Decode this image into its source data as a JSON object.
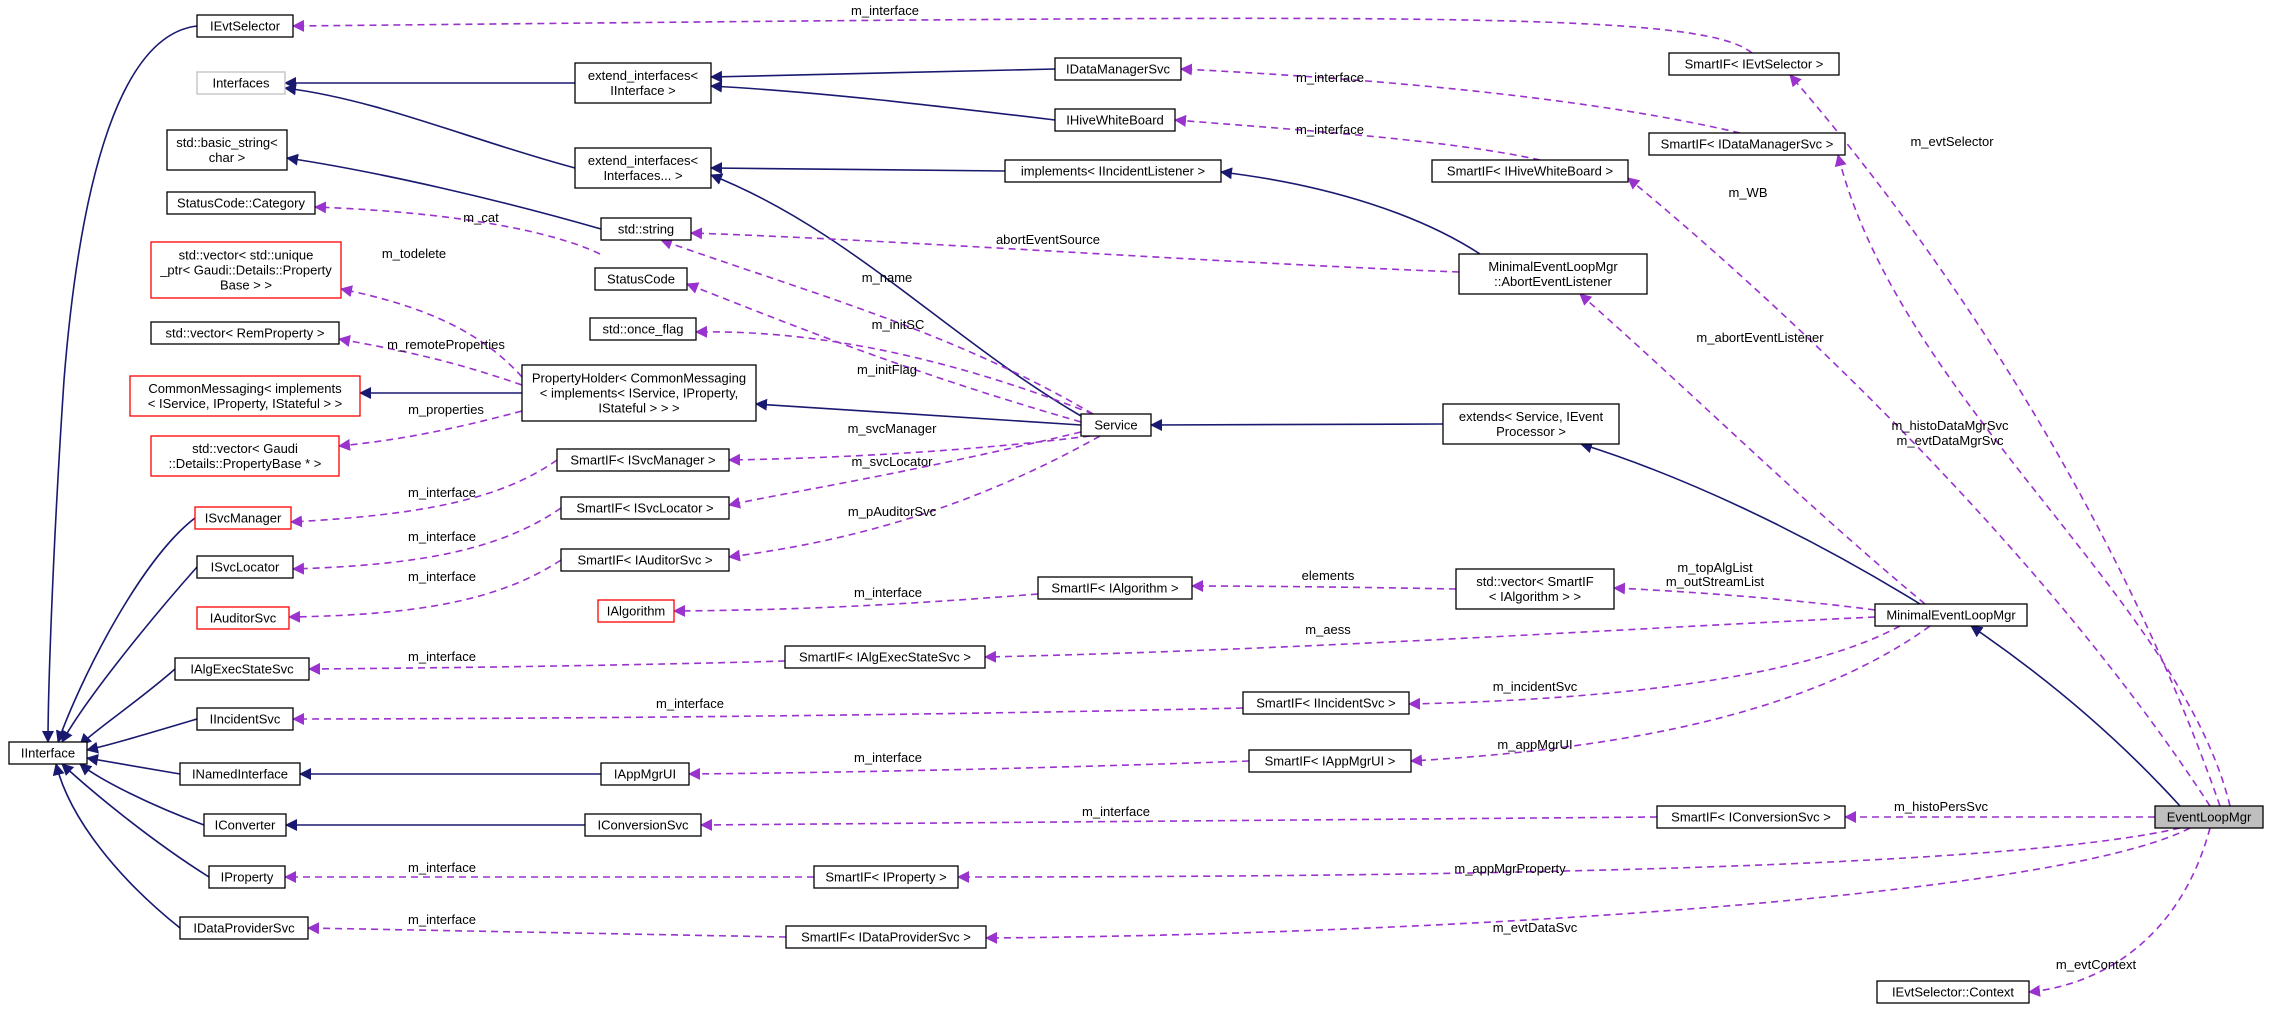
{
  "nodes": [
    {
      "id": "IEvtSelector",
      "lines": [
        "IEvtSelector"
      ]
    },
    {
      "id": "Interfaces",
      "lines": [
        "Interfaces"
      ]
    },
    {
      "id": "std_basic_string",
      "lines": [
        "std::basic_string<",
        "char >"
      ]
    },
    {
      "id": "StatusCode_Category",
      "lines": [
        "StatusCode::Category"
      ]
    },
    {
      "id": "vec_unique_ptr",
      "lines": [
        "std::vector< std::unique",
        "_ptr< Gaudi::Details::Property",
        "Base > >"
      ]
    },
    {
      "id": "vec_RemProperty",
      "lines": [
        "std::vector< RemProperty >"
      ]
    },
    {
      "id": "CommonMessaging",
      "lines": [
        "CommonMessaging< implements",
        "< IService, IProperty, IStateful > >"
      ]
    },
    {
      "id": "vec_PropertyBase",
      "lines": [
        "std::vector< Gaudi",
        "::Details::PropertyBase * >"
      ]
    },
    {
      "id": "ISvcManager",
      "lines": [
        "ISvcManager"
      ]
    },
    {
      "id": "ISvcLocator",
      "lines": [
        "ISvcLocator"
      ]
    },
    {
      "id": "IAuditorSvc",
      "lines": [
        "IAuditorSvc"
      ]
    },
    {
      "id": "IAlgExecStateSvc",
      "lines": [
        "IAlgExecStateSvc"
      ]
    },
    {
      "id": "IIncidentSvc",
      "lines": [
        "IIncidentSvc"
      ]
    },
    {
      "id": "IInterface",
      "lines": [
        "IInterface"
      ]
    },
    {
      "id": "INamedInterface",
      "lines": [
        "INamedInterface"
      ]
    },
    {
      "id": "IConverter",
      "lines": [
        "IConverter"
      ]
    },
    {
      "id": "IProperty",
      "lines": [
        "IProperty"
      ]
    },
    {
      "id": "IDataProviderSvc",
      "lines": [
        "IDataProviderSvc"
      ]
    },
    {
      "id": "extend_IInterface",
      "lines": [
        "extend_interfaces<",
        "IInterface >"
      ]
    },
    {
      "id": "extend_Interfaces",
      "lines": [
        "extend_interfaces<",
        "Interfaces... >"
      ]
    },
    {
      "id": "std_string",
      "lines": [
        "std::string"
      ]
    },
    {
      "id": "StatusCode",
      "lines": [
        "StatusCode"
      ]
    },
    {
      "id": "std_once_flag",
      "lines": [
        "std::once_flag"
      ]
    },
    {
      "id": "PropertyHolder",
      "lines": [
        "PropertyHolder< CommonMessaging",
        "< implements< IService, IProperty,",
        "IStateful > > >"
      ]
    },
    {
      "id": "SmartIF_ISvcManager",
      "lines": [
        "SmartIF< ISvcManager >"
      ]
    },
    {
      "id": "SmartIF_ISvcLocator",
      "lines": [
        "SmartIF< ISvcLocator >"
      ]
    },
    {
      "id": "SmartIF_IAuditorSvc",
      "lines": [
        "SmartIF< IAuditorSvc >"
      ]
    },
    {
      "id": "IAlgorithm",
      "lines": [
        "IAlgorithm"
      ]
    },
    {
      "id": "IAppMgrUI",
      "lines": [
        "IAppMgrUI"
      ]
    },
    {
      "id": "IConversionSvc",
      "lines": [
        "IConversionSvc"
      ]
    },
    {
      "id": "SmartIF_IAlgExecStateSvc",
      "lines": [
        "SmartIF< IAlgExecStateSvc >"
      ]
    },
    {
      "id": "SmartIF_IProperty",
      "lines": [
        "SmartIF< IProperty >"
      ]
    },
    {
      "id": "SmartIF_IDataProviderSvc",
      "lines": [
        "SmartIF< IDataProviderSvc >"
      ]
    },
    {
      "id": "IDataManagerSvc",
      "lines": [
        "IDataManagerSvc"
      ]
    },
    {
      "id": "IHiveWhiteBoard",
      "lines": [
        "IHiveWhiteBoard"
      ]
    },
    {
      "id": "implements_IIncidentListener",
      "lines": [
        "implements< IIncidentListener >"
      ]
    },
    {
      "id": "SmartIF_IAlgorithm",
      "lines": [
        "SmartIF< IAlgorithm >"
      ]
    },
    {
      "id": "Service",
      "lines": [
        "Service"
      ]
    },
    {
      "id": "SmartIF_IIncidentSvc",
      "lines": [
        "SmartIF< IIncidentSvc >"
      ]
    },
    {
      "id": "SmartIF_IAppMgrUI",
      "lines": [
        "SmartIF< IAppMgrUI >"
      ]
    },
    {
      "id": "AbortEventListener",
      "lines": [
        "MinimalEventLoopMgr",
        "::AbortEventListener"
      ]
    },
    {
      "id": "extends_Service",
      "lines": [
        "extends< Service, IEvent",
        "Processor >"
      ]
    },
    {
      "id": "vec_SmartIF_IAlgorithm",
      "lines": [
        "std::vector< SmartIF",
        "< IAlgorithm > >"
      ]
    },
    {
      "id": "SmartIF_IHiveWhiteBoard",
      "lines": [
        "SmartIF< IHiveWhiteBoard >"
      ]
    },
    {
      "id": "SmartIF_IEvtSelector",
      "lines": [
        "SmartIF< IEvtSelector >"
      ]
    },
    {
      "id": "SmartIF_IDataManagerSvc",
      "lines": [
        "SmartIF< IDataManagerSvc >"
      ]
    },
    {
      "id": "SmartIF_IConversionSvc",
      "lines": [
        "SmartIF< IConversionSvc >"
      ]
    },
    {
      "id": "IEvtSelector_Context",
      "lines": [
        "IEvtSelector::Context"
      ]
    },
    {
      "id": "MinimalEventLoopMgr",
      "lines": [
        "MinimalEventLoopMgr"
      ]
    },
    {
      "id": "EventLoopMgr",
      "lines": [
        "EventLoopMgr"
      ]
    }
  ],
  "edge_labels": [
    {
      "id": "l_m_interface_evtsel",
      "text": "m_interface"
    },
    {
      "id": "l_m_interface_dms",
      "text": "m_interface"
    },
    {
      "id": "l_m_interface_hwb",
      "text": "m_interface"
    },
    {
      "id": "l_m_evtSelector",
      "text": "m_evtSelector"
    },
    {
      "id": "l_m_WB",
      "text": "m_WB"
    },
    {
      "id": "l_abortEventSource",
      "text": "abortEventSource"
    },
    {
      "id": "l_m_cat",
      "text": "m_cat"
    },
    {
      "id": "l_m_name",
      "text": "m_name"
    },
    {
      "id": "l_m_todelete",
      "text": "m_todelete"
    },
    {
      "id": "l_m_initSC",
      "text": "m_initSC"
    },
    {
      "id": "l_m_abortEventListener",
      "text": "m_abortEventListener"
    },
    {
      "id": "l_m_initFlag",
      "text": "m_initFlag"
    },
    {
      "id": "l_m_remoteProperties",
      "text": "m_remoteProperties"
    },
    {
      "id": "l_m_properties",
      "text": "m_properties"
    },
    {
      "id": "l_m_svcManager",
      "text": "m_svcManager"
    },
    {
      "id": "l_m_histoDataMgrSvc",
      "text": "m_histoDataMgrSvc"
    },
    {
      "id": "l_m_evtDataMgrSvc",
      "text": "m_evtDataMgrSvc"
    },
    {
      "id": "l_m_svcLocator",
      "text": "m_svcLocator"
    },
    {
      "id": "l_m_interface_svcmgr",
      "text": "m_interface"
    },
    {
      "id": "l_m_pAuditorSvc",
      "text": "m_pAuditorSvc"
    },
    {
      "id": "l_m_interface_svcloc",
      "text": "m_interface"
    },
    {
      "id": "l_m_interface_aud",
      "text": "m_interface"
    },
    {
      "id": "l_elements",
      "text": "elements"
    },
    {
      "id": "l_m_topAlgList",
      "text": "m_topAlgList"
    },
    {
      "id": "l_m_outStreamList",
      "text": "m_outStreamList"
    },
    {
      "id": "l_m_interface_alg",
      "text": "m_interface"
    },
    {
      "id": "l_m_aess",
      "text": "m_aess"
    },
    {
      "id": "l_m_interface_aes",
      "text": "m_interface"
    },
    {
      "id": "l_m_incidentSvc",
      "text": "m_incidentSvc"
    },
    {
      "id": "l_m_interface_inc",
      "text": "m_interface"
    },
    {
      "id": "l_m_appMgrUI",
      "text": "m_appMgrUI"
    },
    {
      "id": "l_m_interface_amui",
      "text": "m_interface"
    },
    {
      "id": "l_m_interface_conv",
      "text": "m_interface"
    },
    {
      "id": "l_m_histoPersSvc",
      "text": "m_histoPersSvc"
    },
    {
      "id": "l_m_interface_prop",
      "text": "m_interface"
    },
    {
      "id": "l_m_appMgrProperty",
      "text": "m_appMgrProperty"
    },
    {
      "id": "l_m_interface_dps",
      "text": "m_interface"
    },
    {
      "id": "l_m_evtDataSvc",
      "text": "m_evtDataSvc"
    },
    {
      "id": "l_m_evtContext",
      "text": "m_evtContext"
    }
  ],
  "colors": {
    "inheritance": "#191970",
    "usage": "#9a32cd",
    "highlight_fill": "#bfbfbf",
    "missing_border": "#ff0000",
    "external_border": "#bfbfbf"
  }
}
